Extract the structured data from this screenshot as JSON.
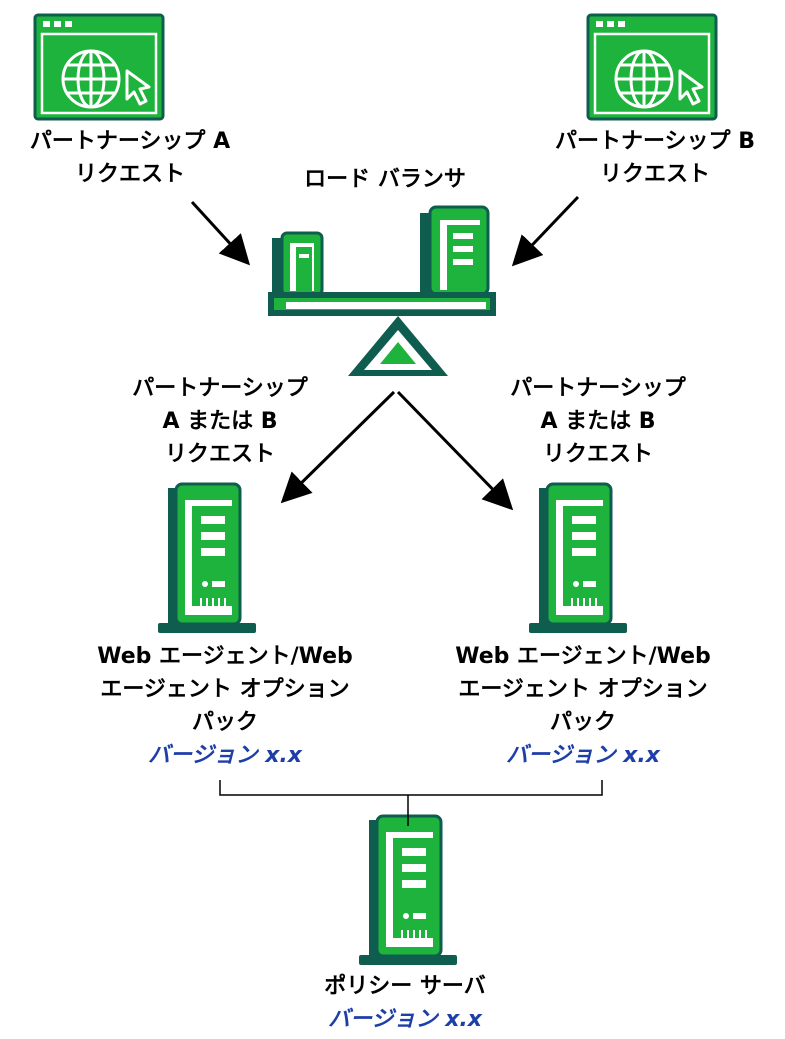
{
  "colors": {
    "green": "#1db33c",
    "dark_green": "#0f7f2a",
    "teal": "#0e5d4f",
    "white": "#ffffff",
    "arrow": "#000000",
    "version_text": "#1f3fa8"
  },
  "icons": {
    "browser": "browser-globe-cursor-icon",
    "load_balancer": "balance-scale-icon",
    "server": "server-tower-icon"
  },
  "labels": {
    "partner_a": [
      "パートナーシップ A",
      "リクエスト"
    ],
    "partner_b": [
      "パートナーシップ B",
      "リクエスト"
    ],
    "load_balancer": "ロード バランサ",
    "routed_left": [
      "パートナーシップ",
      "A または B",
      "リクエスト"
    ],
    "routed_right": [
      "パートナーシップ",
      "A または B",
      "リクエスト"
    ],
    "agent_left": [
      "Web エージェント/Web",
      "エージェント オプション",
      "パック"
    ],
    "agent_left_version": "バージョン x.x",
    "agent_right": [
      "Web エージェント/Web",
      "エージェント オプション",
      "パック"
    ],
    "agent_right_version": "バージョン x.x",
    "policy_server": "ポリシー サーバ",
    "policy_server_version": "バージョン x.x"
  }
}
